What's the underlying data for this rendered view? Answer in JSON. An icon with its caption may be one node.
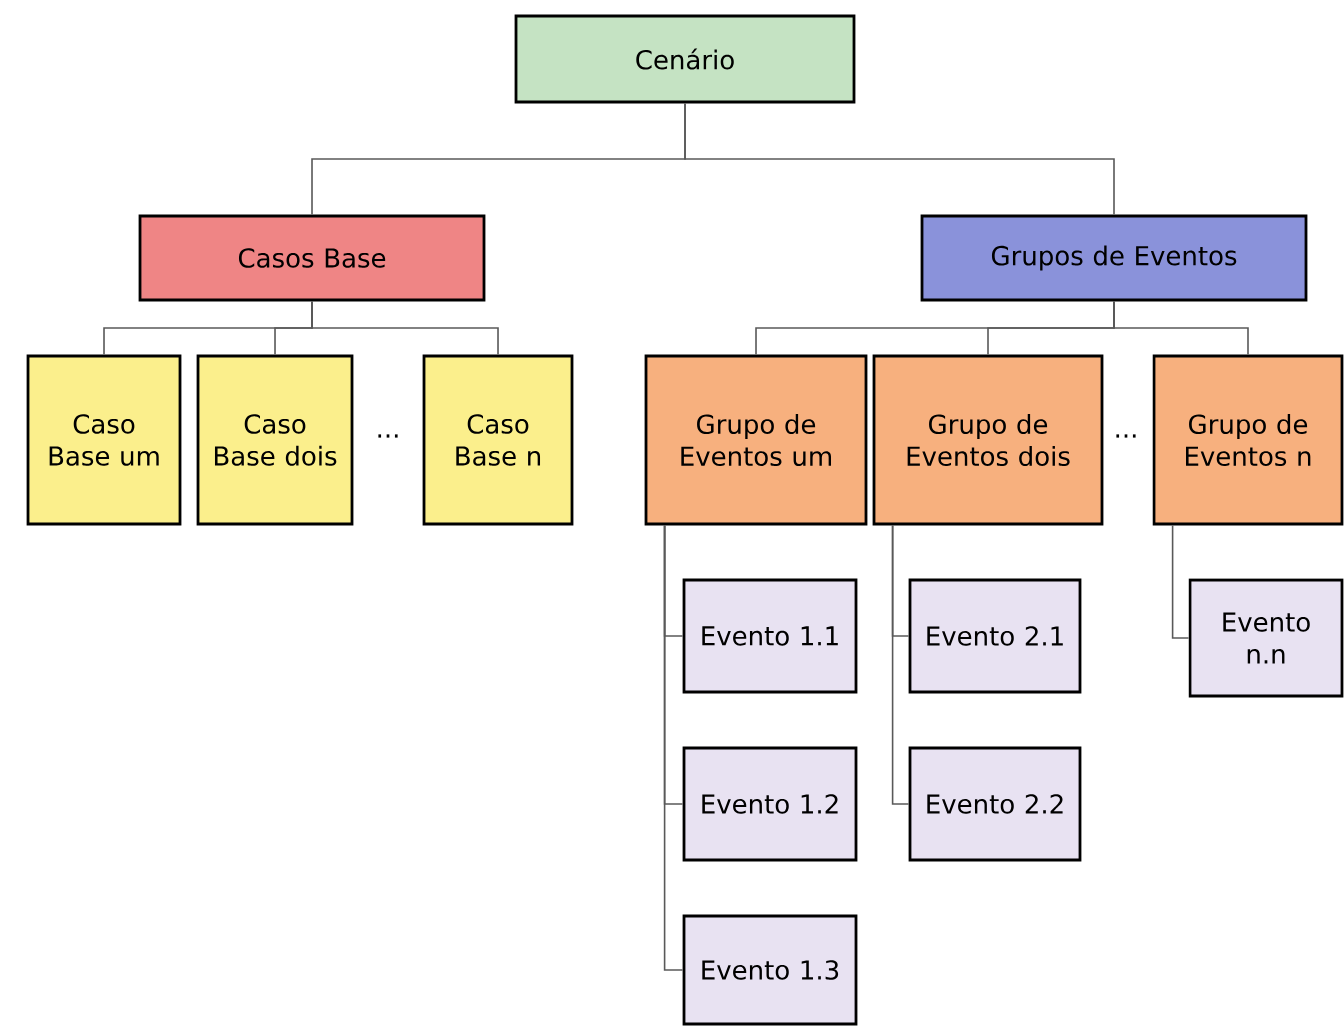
{
  "diagram": {
    "nodes": [
      {
        "text": [
          "Cenário"
        ]
      },
      {
        "text": [
          "Casos Base"
        ]
      },
      {
        "text": [
          "Grupos de Eventos"
        ]
      },
      {
        "text": [
          "Caso Base um"
        ]
      },
      {
        "text": [
          "Caso Base dois"
        ]
      },
      {
        "text": [
          "Caso Base n"
        ]
      },
      {
        "text": [
          "Grupo de Eventos um"
        ]
      },
      {
        "text": [
          "Grupo de Eventos dois"
        ]
      },
      {
        "text": [
          "Grupo de Eventos n"
        ]
      },
      {
        "text": [
          "Evento 1.1"
        ]
      },
      {
        "text": [
          "Evento 1.2"
        ]
      },
      {
        "text": [
          "Evento 1.3"
        ]
      },
      {
        "text": [
          "Evento 2.1"
        ]
      },
      {
        "text": [
          "Evento 2.2"
        ]
      },
      {
        "text": [
          "Evento n.n"
        ]
      }
    ],
    "edges": [
      {
        "from": 0,
        "to": 1,
        "arrow": "none"
      },
      {
        "from": 0,
        "to": 2,
        "arrow": "none"
      },
      {
        "from": 1,
        "to": 3,
        "arrow": "none"
      },
      {
        "from": 1,
        "to": 4,
        "arrow": "none"
      },
      {
        "from": 1,
        "to": 5,
        "arrow": "none"
      },
      {
        "from": 2,
        "to": 6,
        "arrow": "none"
      },
      {
        "from": 2,
        "to": 7,
        "arrow": "none"
      },
      {
        "from": 2,
        "to": 8,
        "arrow": "none"
      },
      {
        "from": 6,
        "to": 9,
        "arrow": "none"
      },
      {
        "from": 6,
        "to": 10,
        "arrow": "none"
      },
      {
        "from": 6,
        "to": 11,
        "arrow": "none"
      },
      {
        "from": 7,
        "to": 12,
        "arrow": "none"
      },
      {
        "from": 7,
        "to": 13,
        "arrow": "none"
      },
      {
        "from": 8,
        "to": 14,
        "arrow": "none"
      }
    ],
    "labels": [
      "...",
      "..."
    ]
  }
}
